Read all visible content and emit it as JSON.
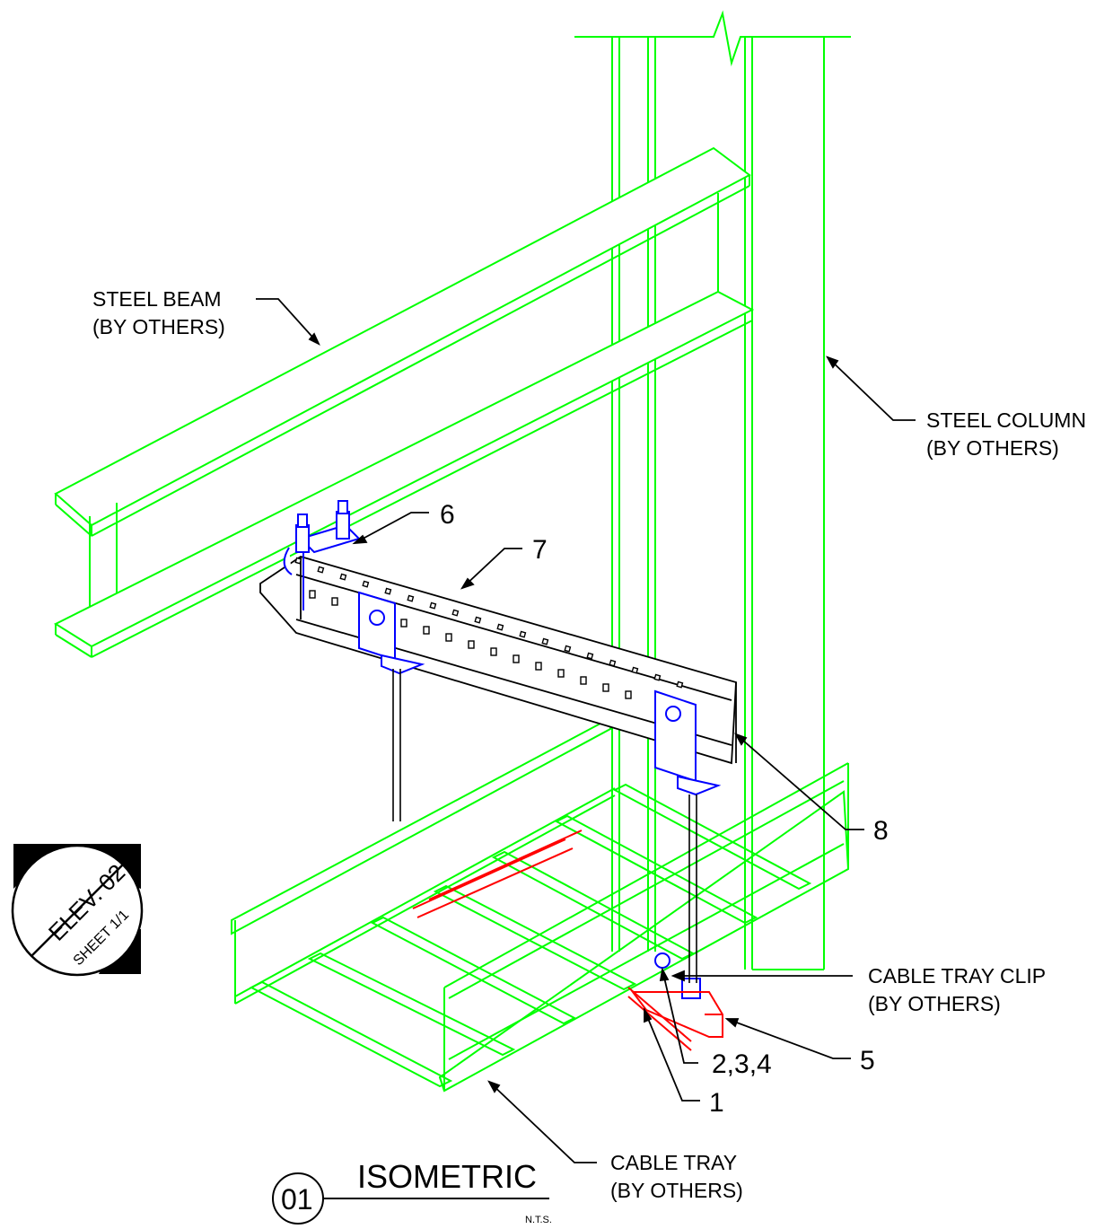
{
  "labels": {
    "steel_beam": [
      "STEEL BEAM",
      "(BY OTHERS)"
    ],
    "steel_column": [
      "STEEL COLUMN",
      "(BY OTHERS)"
    ],
    "cable_tray_clip": [
      "CABLE TRAY CLIP",
      "(BY OTHERS)"
    ],
    "cable_tray": [
      "CABLE TRAY",
      "(BY OTHERS)"
    ],
    "item_6": "6",
    "item_7": "7",
    "item_8": "8",
    "item_2_3_4": "2,3,4",
    "item_5": "5",
    "item_1": "1"
  },
  "section_marker": {
    "line1": "ELEV. 02",
    "line2": "SHEET 1/1"
  },
  "title_block": {
    "number": "01",
    "title": "ISOMETRIC",
    "scale": "N.T.S."
  },
  "colors": {
    "structure": "#00ff00",
    "hardware": "#0000ff",
    "channel": "#ff0000",
    "text": "#000000"
  }
}
